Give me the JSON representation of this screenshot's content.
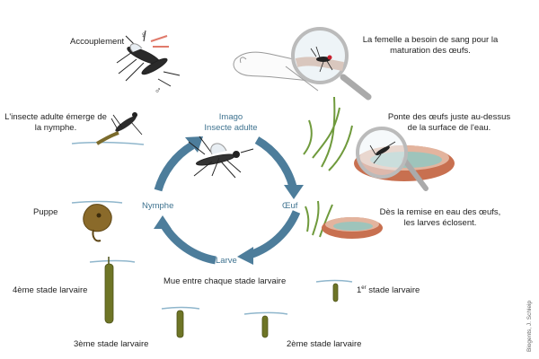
{
  "stages": {
    "mating": "Accouplement",
    "female_symbol": "♀",
    "male_symbol": "♂",
    "blood": "La femelle a besoin de sang pour la maturation des œufs.",
    "egg_laying": "Ponte des œufs juste au-dessus de la surface de l'eau.",
    "hatching": "Dès la remise en eau des œufs, les larves éclosent.",
    "emergence": "L'insecte adulte émerge de la nymphe.",
    "pupa": "Puppe",
    "larva_1_num": "1",
    "larva_1_sup": "er",
    "larva_1_rest": " stade larvaire",
    "larva_2": "2ème stade larvaire",
    "larva_3": "3ème stade larvaire",
    "larva_4": "4ème stade larvaire",
    "molt": "Mue entre chaque stade larvaire"
  },
  "cycle": {
    "imago_line1": "Imago",
    "imago_line2": "Insecte adulte",
    "egg": "Œuf",
    "larva": "Larve",
    "nymph": "Nymphe"
  },
  "credit": "Biogents, J. Schleip",
  "colors": {
    "arrow": "#4d7d9b",
    "cycle_text": "#3f7390",
    "water": "#8fb6cc",
    "grass": "#6f9a3c",
    "dish": "#c87050",
    "larva": "#6e7526",
    "pupa": "#8a6a2a"
  }
}
